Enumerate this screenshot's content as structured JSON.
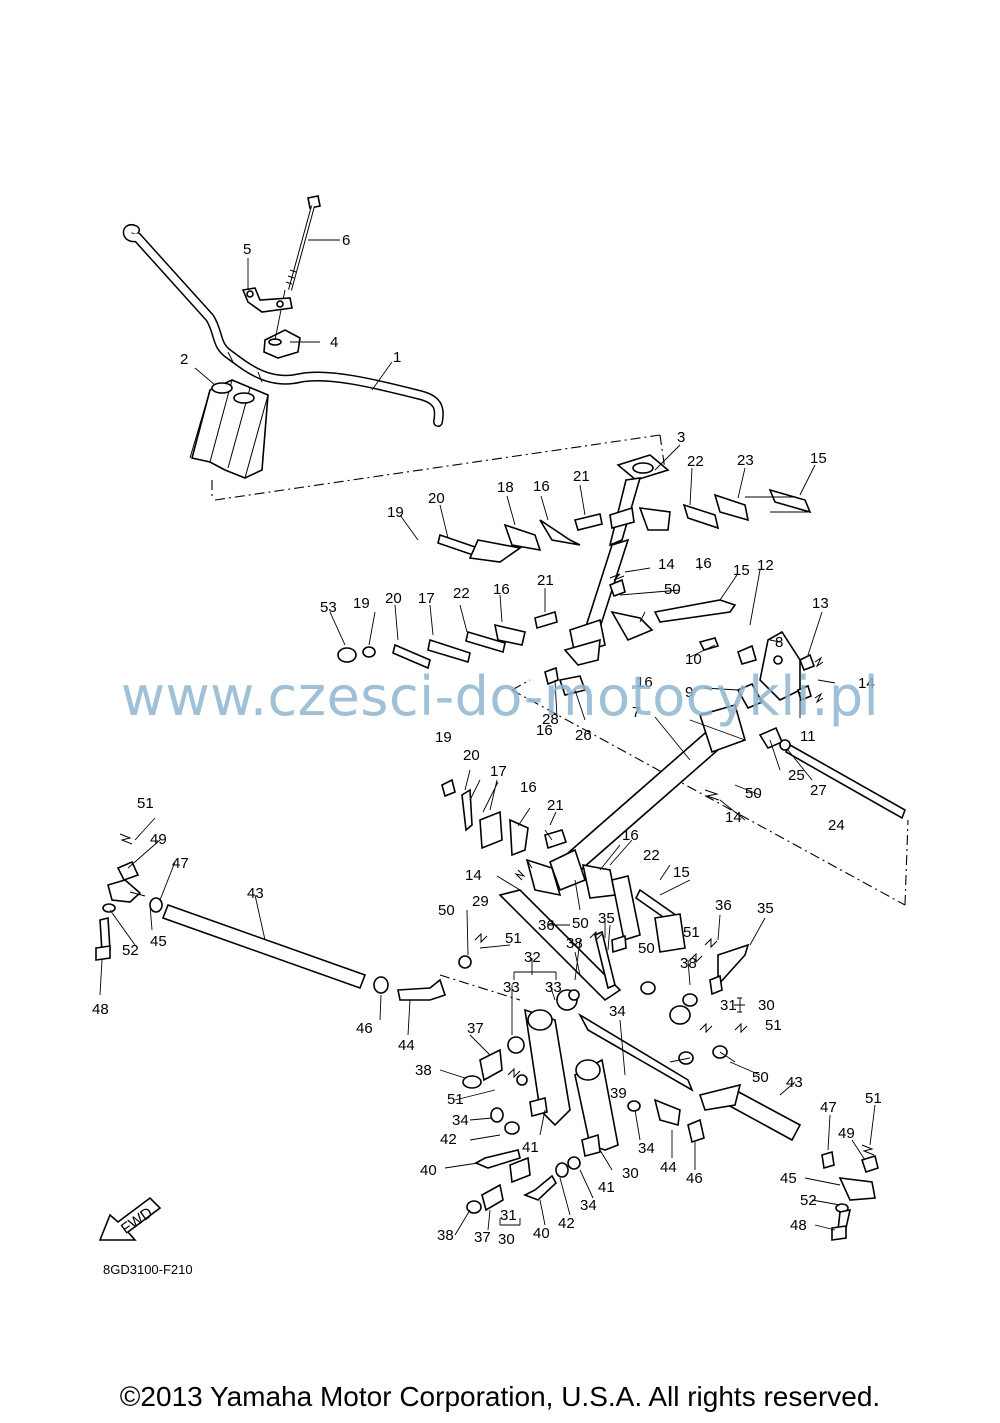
{
  "watermark": "www.czesci-do-motocykli.pl",
  "drawing_code": "8GD3100-F210",
  "fwd_label": "FWD",
  "copyright": "©2013 Yamaha Motor Corporation, U.S.A. All rights reserved.",
  "labels": [
    {
      "id": "l1",
      "text": "1"
    },
    {
      "id": "l2",
      "text": "2"
    },
    {
      "id": "l3",
      "text": "3"
    },
    {
      "id": "l4",
      "text": "4"
    },
    {
      "id": "l5",
      "text": "5"
    },
    {
      "id": "l6",
      "text": "6"
    },
    {
      "id": "l7",
      "text": "7"
    },
    {
      "id": "l8",
      "text": "8"
    },
    {
      "id": "l9",
      "text": "9"
    },
    {
      "id": "l10",
      "text": "10"
    },
    {
      "id": "l11",
      "text": "11"
    },
    {
      "id": "l12",
      "text": "12"
    },
    {
      "id": "l13",
      "text": "13"
    },
    {
      "id": "l14a",
      "text": "14"
    },
    {
      "id": "l14b",
      "text": "14"
    },
    {
      "id": "l14c",
      "text": "14"
    },
    {
      "id": "l14d",
      "text": "14"
    },
    {
      "id": "l15a",
      "text": "15"
    },
    {
      "id": "l15b",
      "text": "15"
    },
    {
      "id": "l15c",
      "text": "15"
    },
    {
      "id": "l16a",
      "text": "16"
    },
    {
      "id": "l16b",
      "text": "16"
    },
    {
      "id": "l16c",
      "text": "16"
    },
    {
      "id": "l16d",
      "text": "16"
    },
    {
      "id": "l16e",
      "text": "16"
    },
    {
      "id": "l16f",
      "text": "16"
    },
    {
      "id": "l16g",
      "text": "16"
    },
    {
      "id": "l17a",
      "text": "17"
    },
    {
      "id": "l17b",
      "text": "17"
    },
    {
      "id": "l18",
      "text": "18"
    },
    {
      "id": "l19a",
      "text": "19"
    },
    {
      "id": "l19b",
      "text": "19"
    },
    {
      "id": "l19c",
      "text": "19"
    },
    {
      "id": "l20a",
      "text": "20"
    },
    {
      "id": "l20b",
      "text": "20"
    },
    {
      "id": "l20c",
      "text": "20"
    },
    {
      "id": "l21a",
      "text": "21"
    },
    {
      "id": "l21b",
      "text": "21"
    },
    {
      "id": "l21c",
      "text": "21"
    },
    {
      "id": "l22a",
      "text": "22"
    },
    {
      "id": "l22b",
      "text": "22"
    },
    {
      "id": "l22c",
      "text": "22"
    },
    {
      "id": "l23",
      "text": "23"
    },
    {
      "id": "l24",
      "text": "24"
    },
    {
      "id": "l25",
      "text": "25"
    },
    {
      "id": "l26",
      "text": "26"
    },
    {
      "id": "l27",
      "text": "27"
    },
    {
      "id": "l28",
      "text": "28"
    },
    {
      "id": "l29",
      "text": "29"
    },
    {
      "id": "l30a",
      "text": "30"
    },
    {
      "id": "l30b",
      "text": "30"
    },
    {
      "id": "l30c",
      "text": "30"
    },
    {
      "id": "l31a",
      "text": "31"
    },
    {
      "id": "l31b",
      "text": "31"
    },
    {
      "id": "l32",
      "text": "32"
    },
    {
      "id": "l33a",
      "text": "33"
    },
    {
      "id": "l33b",
      "text": "33"
    },
    {
      "id": "l34a",
      "text": "34"
    },
    {
      "id": "l34b",
      "text": "34"
    },
    {
      "id": "l34c",
      "text": "34"
    },
    {
      "id": "l34d",
      "text": "34"
    },
    {
      "id": "l35a",
      "text": "35"
    },
    {
      "id": "l35b",
      "text": "35"
    },
    {
      "id": "l36a",
      "text": "36"
    },
    {
      "id": "l36b",
      "text": "36"
    },
    {
      "id": "l37a",
      "text": "37"
    },
    {
      "id": "l37b",
      "text": "37"
    },
    {
      "id": "l38a",
      "text": "38"
    },
    {
      "id": "l38b",
      "text": "38"
    },
    {
      "id": "l38c",
      "text": "38"
    },
    {
      "id": "l38d",
      "text": "38"
    },
    {
      "id": "l39",
      "text": "39"
    },
    {
      "id": "l40a",
      "text": "40"
    },
    {
      "id": "l40b",
      "text": "40"
    },
    {
      "id": "l41a",
      "text": "41"
    },
    {
      "id": "l41b",
      "text": "41"
    },
    {
      "id": "l42a",
      "text": "42"
    },
    {
      "id": "l42b",
      "text": "42"
    },
    {
      "id": "l43a",
      "text": "43"
    },
    {
      "id": "l43b",
      "text": "43"
    },
    {
      "id": "l44a",
      "text": "44"
    },
    {
      "id": "l44b",
      "text": "44"
    },
    {
      "id": "l45a",
      "text": "45"
    },
    {
      "id": "l45b",
      "text": "45"
    },
    {
      "id": "l46a",
      "text": "46"
    },
    {
      "id": "l46b",
      "text": "46"
    },
    {
      "id": "l47a",
      "text": "47"
    },
    {
      "id": "l47b",
      "text": "47"
    },
    {
      "id": "l48a",
      "text": "48"
    },
    {
      "id": "l48b",
      "text": "48"
    },
    {
      "id": "l49a",
      "text": "49"
    },
    {
      "id": "l49b",
      "text": "49"
    },
    {
      "id": "l50a",
      "text": "50"
    },
    {
      "id": "l50b",
      "text": "50"
    },
    {
      "id": "l50c",
      "text": "50"
    },
    {
      "id": "l50d",
      "text": "50"
    },
    {
      "id": "l50e",
      "text": "50"
    },
    {
      "id": "l50f",
      "text": "50"
    },
    {
      "id": "l51a",
      "text": "51"
    },
    {
      "id": "l51b",
      "text": "51"
    },
    {
      "id": "l51c",
      "text": "51"
    },
    {
      "id": "l51d",
      "text": "51"
    },
    {
      "id": "l51e",
      "text": "51"
    },
    {
      "id": "l51f",
      "text": "51"
    },
    {
      "id": "l52a",
      "text": "52"
    },
    {
      "id": "l52b",
      "text": "52"
    },
    {
      "id": "l53",
      "text": "53"
    }
  ]
}
